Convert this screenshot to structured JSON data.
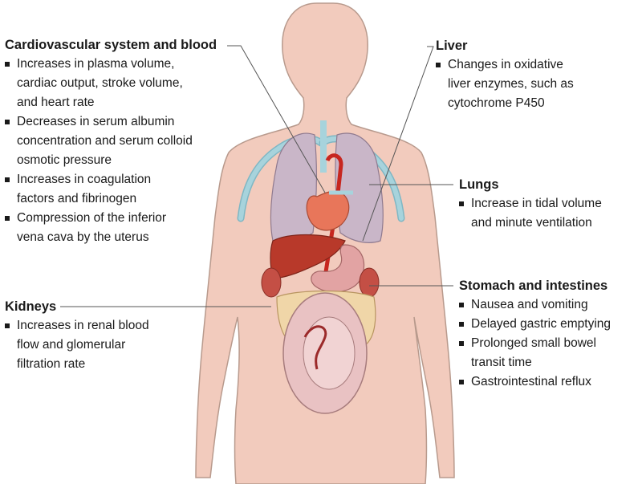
{
  "callouts": {
    "cardiovascular": {
      "heading": "Cardiovascular system and blood",
      "items": [
        "Increases in plasma volume,\ncardiac output, stroke volume,\nand heart rate",
        "Decreases in serum albumin\nconcentration and serum colloid\nosmotic pressure",
        "Increases in coagulation\nfactors and fibrinogen",
        "Compression of the inferior\nvena cava by the  uterus"
      ]
    },
    "kidneys": {
      "heading": "Kidneys",
      "items": [
        "Increases in renal blood\nflow and glomerular\nfiltration rate"
      ]
    },
    "liver": {
      "heading": "Liver",
      "items": [
        "Changes in oxidative\nliver enzymes, such as\ncytochrome P450"
      ]
    },
    "lungs": {
      "heading": "Lungs",
      "items": [
        "Increase in tidal volume\nand minute ventilation"
      ]
    },
    "stomach": {
      "heading": "Stomach and intestines",
      "items": [
        "Nausea and vomiting",
        "Delayed gastric emptying",
        "Prolonged small bowel\ntransit time",
        "Gastrointestinal reflux"
      ]
    }
  },
  "colors": {
    "skin": "#f2cbbd",
    "skin_outline": "#b89a8d",
    "lungs": "#c9b6c8",
    "liver": "#b8392a",
    "heart": "#e8765a",
    "aorta": "#c7261f",
    "vessels": "#a7d3dc",
    "intestine": "#f0d6a8",
    "stomach": "#e2a3a3",
    "uterus": "#e9c2c3",
    "leader_line": "#555555",
    "text": "#1a1a1a"
  }
}
